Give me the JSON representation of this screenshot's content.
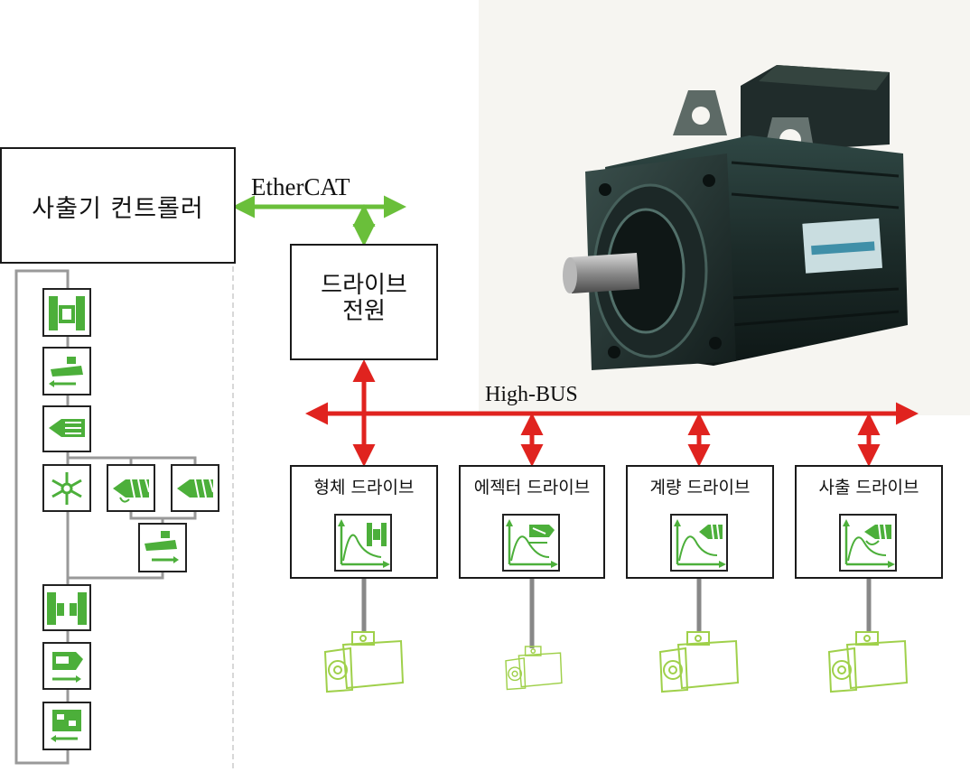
{
  "controller": {
    "label": "사출기 컨트롤러"
  },
  "ethercat": {
    "label": "EtherCAT"
  },
  "drive_power": {
    "label_line1": "드라이브",
    "label_line2": "전원"
  },
  "highbus": {
    "label": "High-BUS"
  },
  "drives": [
    {
      "label": "형체 드라이브",
      "icon": "clamp-graph-icon"
    },
    {
      "label": "에젝터 드라이브",
      "icon": "ejector-graph-icon"
    },
    {
      "label": "계량 드라이브",
      "icon": "metering-graph-icon"
    },
    {
      "label": "사출 드라이브",
      "icon": "injection-graph-icon"
    }
  ],
  "process_steps": [
    "mold-close-icon",
    "nozzle-forward-icon",
    "injection-icon",
    "cooling-icon",
    "metering-icon",
    "metering-icon",
    "nozzle-back-icon",
    "mold-open-icon",
    "eject-icon",
    "part-remove-icon"
  ],
  "colors": {
    "ethercat": "#6abf3a",
    "highbus": "#e0231f",
    "icon_green": "#4caf3a",
    "motor_outline": "#9fd04a",
    "cable": "#888888",
    "motor_body": "#1d2a28"
  }
}
